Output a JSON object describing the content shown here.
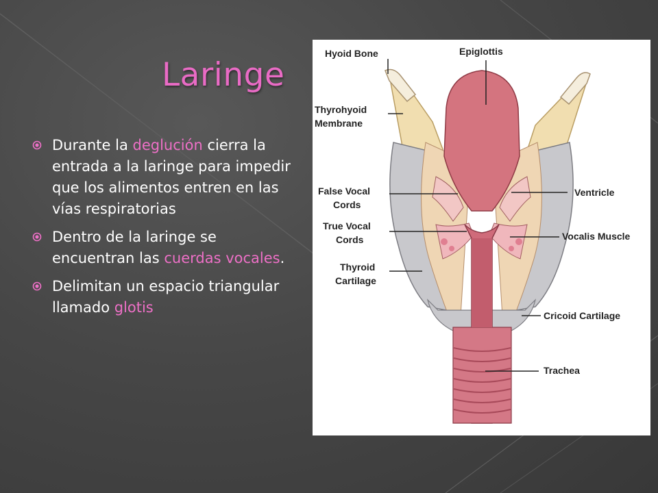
{
  "slide": {
    "title": "Laringe",
    "bullets": [
      {
        "pre": "Durante la ",
        "hl": "deglución",
        "post": " cierra la entrada a la laringe para impedir que los alimentos entren en las vías respiratorias"
      },
      {
        "pre": "Dentro de la laringe se encuentran las ",
        "hl": "cuerdas vocales",
        "post": "."
      },
      {
        "pre": "Delimitan un espacio triangular llamado ",
        "hl": "glotis",
        "post": ""
      }
    ]
  },
  "figure": {
    "labels": {
      "hyoid_bone": "Hyoid Bone",
      "epiglottis": "Epiglottis",
      "thyrohyoid_1": "Thyrohyoid",
      "thyrohyoid_2": "Membrane",
      "false_vocal_1": "False Vocal",
      "false_vocal_2": "Cords",
      "true_vocal_1": "True Vocal",
      "true_vocal_2": "Cords",
      "thyroid_1": "Thyroid",
      "thyroid_2": "Cartilage",
      "ventricle": "Ventricle",
      "vocalis_muscle": "Vocalis Muscle",
      "cricoid": "Cricoid Cartilage",
      "trachea": "Trachea"
    }
  },
  "colors": {
    "title": "#e96bc5",
    "highlight": "#ee70c7",
    "bullet_marker": "#ee70c7"
  }
}
